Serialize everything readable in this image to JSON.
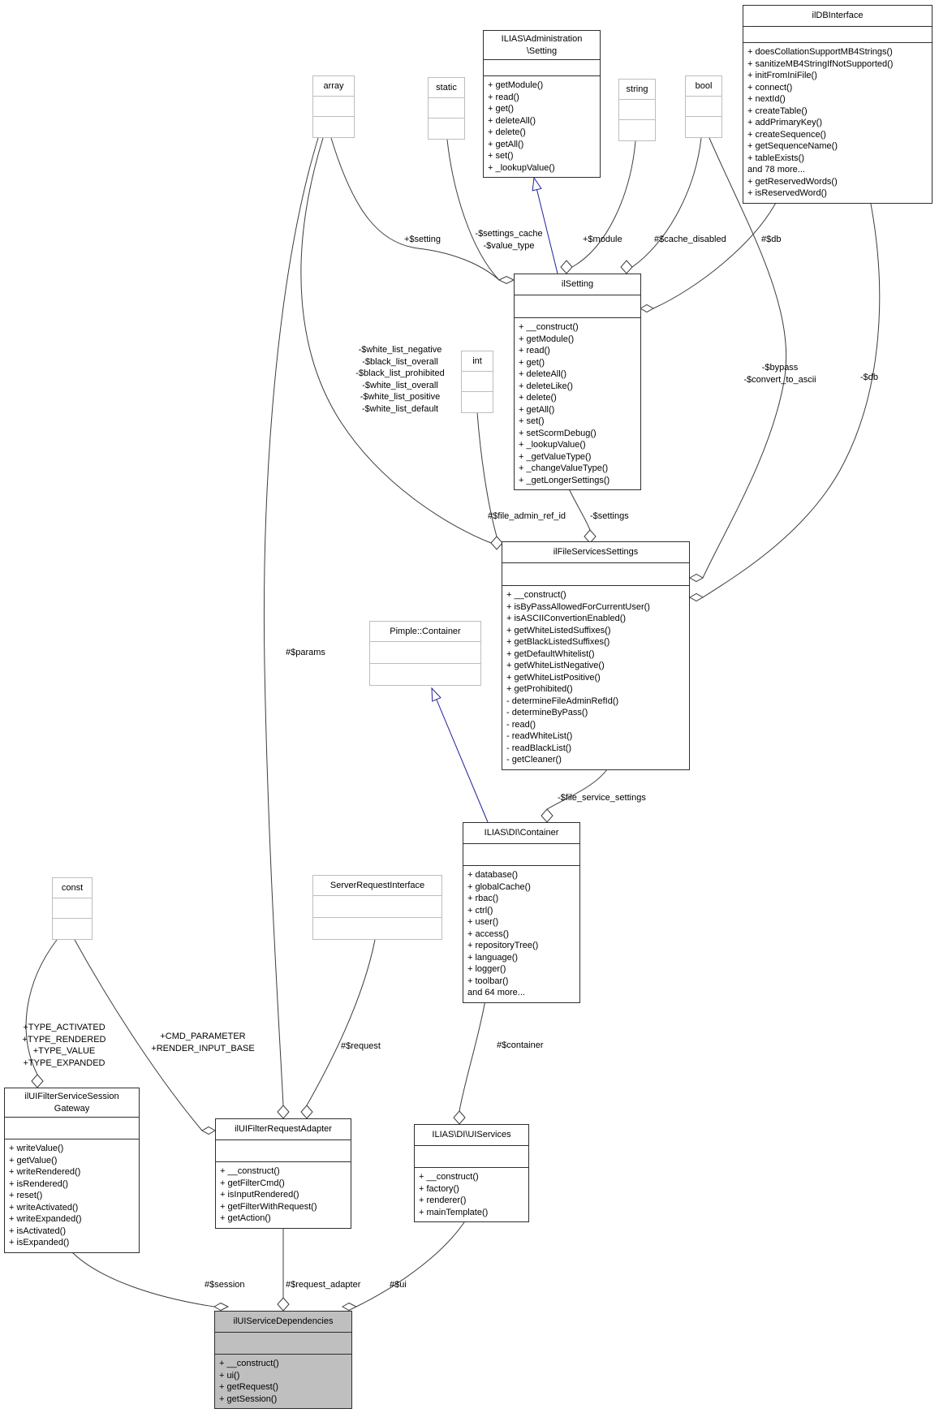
{
  "diagram": {
    "type": "uml-collaboration-graph",
    "highlight_fill": "#bfbfbf",
    "edge_color": "#3c3c3c",
    "inheritance_color": "#20209c",
    "box_fill": "#ffffff"
  },
  "classes": {
    "array": {
      "title": "array"
    },
    "static": {
      "title": "static"
    },
    "string": {
      "title": "string"
    },
    "bool": {
      "title": "bool"
    },
    "int": {
      "title": "int"
    },
    "const": {
      "title": "const"
    },
    "pimple_container": {
      "title": "Pimple::Container"
    },
    "server_request_interface": {
      "title": "ServerRequestInterface"
    },
    "admin_setting": {
      "title": "ILIAS\\Administration\n\\Setting",
      "members": [
        "+ getModule()",
        "+ read()",
        "+ get()",
        "+ deleteAll()",
        "+ delete()",
        "+ getAll()",
        "+ set()",
        "+ _lookupValue()"
      ]
    },
    "il_db_interface": {
      "title": "ilDBInterface",
      "members": [
        "+ doesCollationSupportMB4Strings()",
        "+ sanitizeMB4StringIfNotSupported()",
        "+ initFromIniFile()",
        "+ connect()",
        "+ nextId()",
        "+ createTable()",
        "+ addPrimaryKey()",
        "+ createSequence()",
        "+ getSequenceName()",
        "+ tableExists()",
        "and 78 more...",
        "+ getReservedWords()",
        "+ isReservedWord()"
      ]
    },
    "il_setting": {
      "title": "ilSetting",
      "members": [
        "+ __construct()",
        "+ getModule()",
        "+ read()",
        "+ get()",
        "+ deleteAll()",
        "+ deleteLike()",
        "+ delete()",
        "+ getAll()",
        "+ set()",
        "+ setScormDebug()",
        "+ _lookupValue()",
        "+ _getValueType()",
        "+ _changeValueType()",
        "+ _getLongerSettings()"
      ]
    },
    "il_file_services_settings": {
      "title": "ilFileServicesSettings",
      "members": [
        "+ __construct()",
        "+ isByPassAllowedForCurrentUser()",
        "+ isASCIIConvertionEnabled()",
        "+ getWhiteListedSuffixes()",
        "+ getBlackListedSuffixes()",
        "+ getDefaultWhitelist()",
        "+ getWhiteListNegative()",
        "+ getWhiteListPositive()",
        "+ getProhibited()",
        "- determineFileAdminRefId()",
        "- determineByPass()",
        "- read()",
        "- readWhiteList()",
        "- readBlackList()",
        "- getCleaner()"
      ]
    },
    "di_container": {
      "title": "ILIAS\\DI\\Container",
      "members": [
        "+ database()",
        "+ globalCache()",
        "+ rbac()",
        "+ ctrl()",
        "+ user()",
        "+ access()",
        "+ repositoryTree()",
        "+ language()",
        "+ logger()",
        "+ toolbar()",
        "and 64 more..."
      ]
    },
    "ui_filter_session_gateway": {
      "title": "ilUIFilterServiceSession\nGateway",
      "members": [
        "+ writeValue()",
        "+ getValue()",
        "+ writeRendered()",
        "+ isRendered()",
        "+ reset()",
        "+ writeActivated()",
        "+ writeExpanded()",
        "+ isActivated()",
        "+ isExpanded()"
      ]
    },
    "ui_filter_request_adapter": {
      "title": "ilUIFilterRequestAdapter",
      "members": [
        "+ __construct()",
        "+ getFilterCmd()",
        "+ isInputRendered()",
        "+ getFilterWithRequest()",
        "+ getAction()"
      ]
    },
    "di_ui_services": {
      "title": "ILIAS\\DI\\UIServices",
      "members": [
        "+ __construct()",
        "+ factory()",
        "+ renderer()",
        "+ mainTemplate()"
      ]
    },
    "ui_service_dependencies": {
      "title": "ilUIServiceDependencies",
      "members": [
        "+ __construct()",
        "+ ui()",
        "+ getRequest()",
        "+ getSession()"
      ]
    }
  },
  "edge_labels": {
    "setting": "+$setting",
    "settings_cache": "-$settings_cache\n-$value_type",
    "module": "+$module",
    "cache_disabled": "#$cache_disabled",
    "db_setting": "#$db",
    "white_lists": "-$white_list_negative\n-$black_list_overall\n-$black_list_prohibited\n-$white_list_overall\n-$white_list_positive\n-$white_list_default",
    "bypass": "-$bypass\n-$convert_to_ascii",
    "db_fss": "-$db",
    "file_admin_ref_id": "#$file_admin_ref_id",
    "settings_fss": "-$settings",
    "params": "#$params",
    "file_service_settings": "-$file_service_settings",
    "type_constants": "+TYPE_ACTIVATED\n+TYPE_RENDERED\n+TYPE_VALUE\n+TYPE_EXPANDED",
    "cmd_constants": "+CMD_PARAMETER\n+RENDER_INPUT_BASE",
    "request": "#$request",
    "container": "#$container",
    "session": "#$session",
    "request_adapter": "#$request_adapter",
    "ui": "#$ui"
  }
}
